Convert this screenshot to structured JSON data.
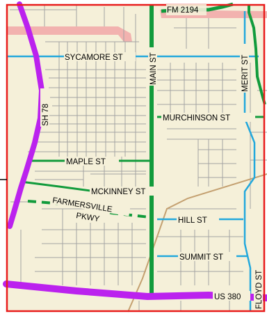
{
  "map": {
    "colors": {
      "background": "#f5f0d9",
      "frame": "#e81c1c",
      "local_street": "#a3a3a3",
      "highway_purple": "#bb22ee",
      "green_road": "#129b3c",
      "blue_road": "#22a8dc",
      "railroad": "#c4a070",
      "pink_band": "#f1a7a7"
    },
    "labels": {
      "fm2194": "FM 2194",
      "sycamore": "SYCAMORE ST",
      "main": "MAIN ST",
      "merit": "MERIT ST",
      "sh78": "SH 78",
      "murchinson": "MURCHINSON ST",
      "maple": "MAPLE ST",
      "mckinney": "MCKINNEY ST",
      "farmersville": "FARMERSVILLE",
      "pkwy": "PKWY",
      "hill": "HILL ST",
      "summit": "SUMMIT ST",
      "us380": "US 380",
      "floyd": "FLOYD ST"
    }
  }
}
